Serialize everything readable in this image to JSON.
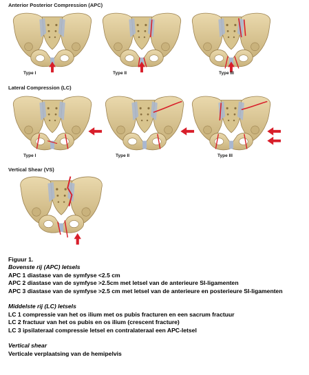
{
  "diagram": {
    "rows": [
      {
        "title": "Anterior Posterior Compression (APC)",
        "types": [
          "Type I",
          "Type II",
          "Type III"
        ]
      },
      {
        "title": "Lateral Compression (LC)",
        "types": [
          "Type I",
          "Type II",
          "Type III"
        ]
      }
    ],
    "vs": {
      "title": "Vertical Shear (VS)"
    },
    "colors": {
      "bone": "#e0cfa0",
      "bone_shadow": "#b9a06a",
      "ligament": "#a9b7d0",
      "fracture": "#d81e2a",
      "arrow": "#d81e2a"
    }
  },
  "caption": {
    "figure": "Figuur 1.",
    "apc_heading": "Bovenste rij (APC) letsels",
    "apc_lines": [
      "APC 1 diastase van de symfyse <2.5 cm",
      "APC 2 diastase van de symfyse >2.5cm met letsel van de anterieure SI-ligamenten",
      "APC 3 diastase van de symfyse >2.5 cm met letsel van de anterieure en posterieure SI-ligamenten"
    ],
    "lc_heading": "Middelste rij (LC) letsels",
    "lc_lines": [
      "LC 1 compressie van het os ilium met os pubis fracturen en een sacrum fractuur",
      "LC 2 fractuur van het os pubis en os ilium (crescent fracture)",
      "LC 3 ipsilateraal compressie letsel en contralateraal een APC-letsel"
    ],
    "vs_heading": "Vertical shear",
    "vs_lines": [
      "Verticale verplaatsing van de hemipelvis"
    ]
  }
}
